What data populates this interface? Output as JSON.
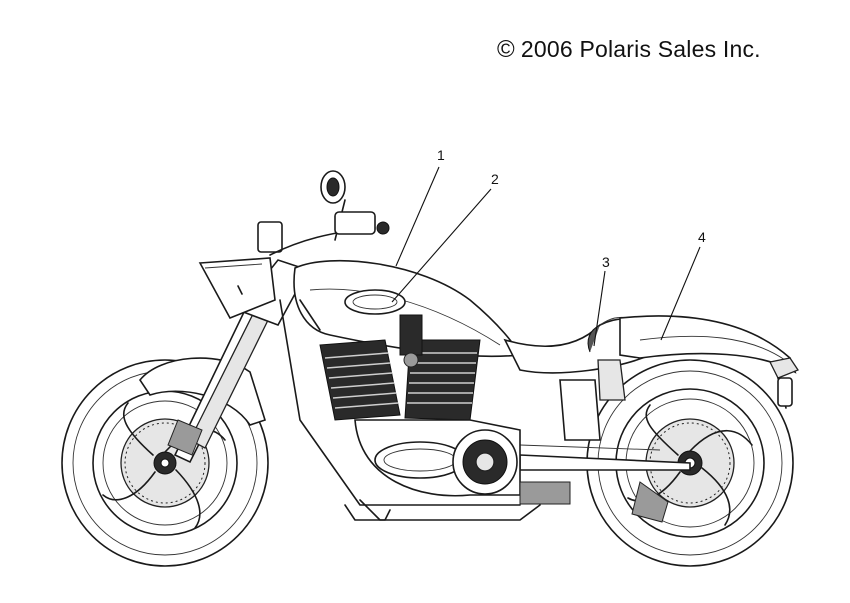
{
  "copyright": {
    "symbol": "©",
    "text": "2006 Polaris Sales Inc."
  },
  "callouts": [
    {
      "number": "1"
    },
    {
      "number": "2"
    },
    {
      "number": "3"
    },
    {
      "number": "4"
    }
  ]
}
